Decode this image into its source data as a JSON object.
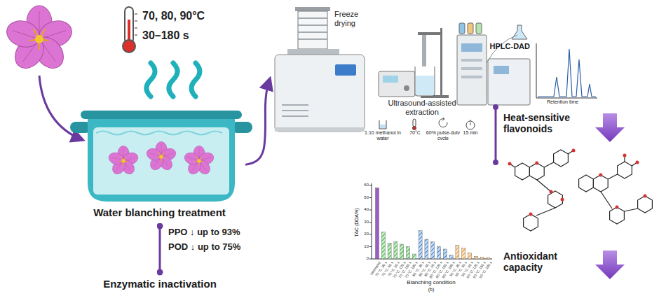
{
  "diagram": {
    "nodes": [
      {
        "text": [
          "Water blanching treatment"
        ]
      },
      {
        "text": [
          "Enzymatic inactivation"
        ]
      },
      {
        "text": [
          "Freeze drying"
        ]
      },
      {
        "text": [
          "Ultrasound-assisted extraction"
        ]
      },
      {
        "text": [
          "HPLC-DAD"
        ]
      },
      {
        "text": [
          "Heat-sensitive flavonoids"
        ]
      },
      {
        "text": [
          "Antioxidant capacity"
        ]
      }
    ],
    "edges": [
      {
        "from": 0,
        "to": 2,
        "arrow": "to"
      },
      {
        "from": 0,
        "to": 1,
        "arrow": "none"
      }
    ],
    "labels": [
      "70, 80, 90°C",
      "30–180 s",
      "PPO ↓ up to 93%",
      "POD ↓ up to 75%",
      "Retention time",
      "1:10 methanol in water",
      "70°C",
      "60% pulse-dutv cvcle",
      "15 min",
      "TAC (DDA%)",
      "0",
      "10",
      "20",
      "30",
      "40",
      "50",
      "60",
      "Untreated",
      "70 °C, 30 s",
      "70 °C, 60 s",
      "70 °C, 90 s",
      "70 °C, 120 s",
      "70 °C, 150 s",
      "70 °C, 180 s",
      "80 °C, 30 s",
      "80 °C, 60 s",
      "80 °C, 90 s",
      "80 °C, 120 s",
      "80 °C, 150 s",
      "80 °C, 180 s",
      "90 °C, 30 s",
      "90 °C, 60 s",
      "90 °C, 90 s",
      "90 °C, 120 s",
      "90 °C, 150 s",
      "90 °C, 180 s",
      "Blanching condition",
      "(b)"
    ]
  }
}
